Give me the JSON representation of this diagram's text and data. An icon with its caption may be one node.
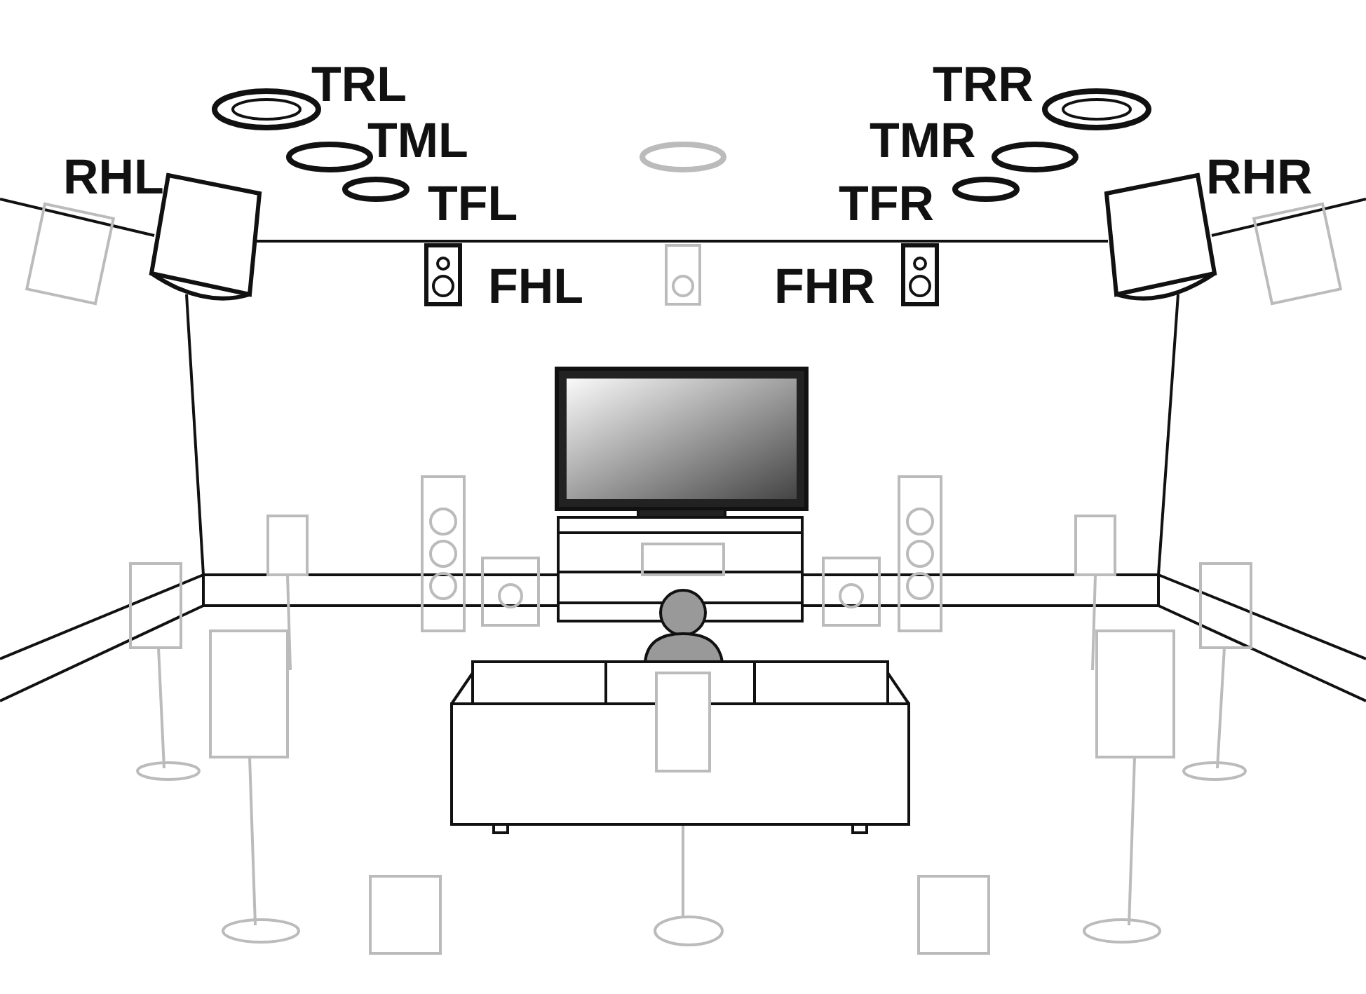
{
  "diagram": {
    "labels": [
      "TRL",
      "TRR",
      "TML",
      "TMR",
      "RHL",
      "RHR",
      "TFL",
      "TFR",
      "FHL",
      "FHR"
    ]
  }
}
